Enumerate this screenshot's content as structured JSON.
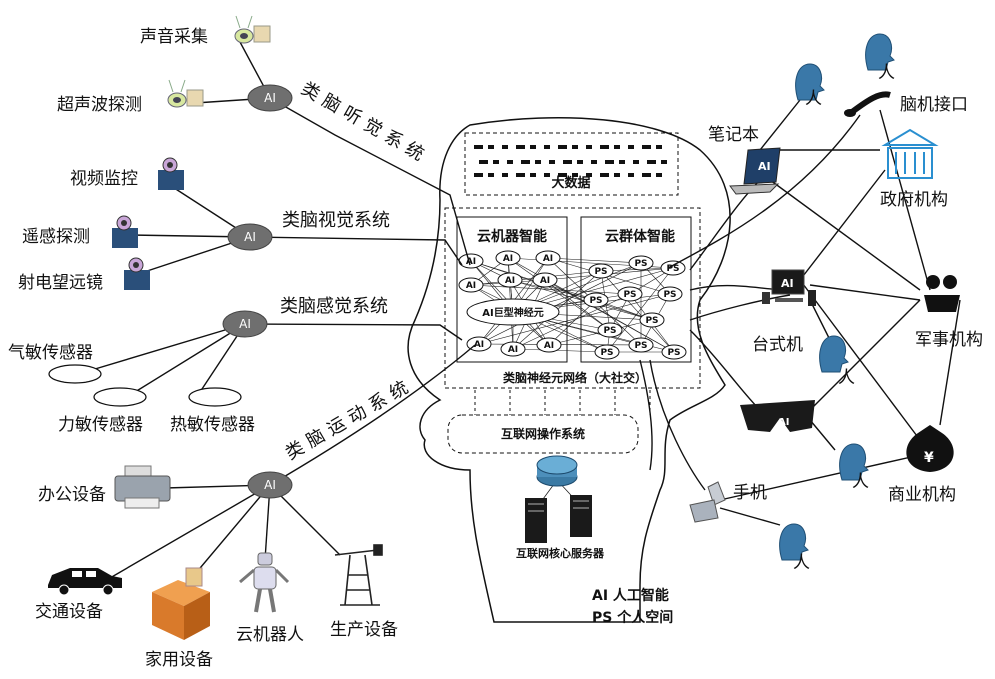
{
  "left_inputs": {
    "sound_capture": "声音采集",
    "ultrasonic": "超声波探测",
    "video_monitor": "视频监控",
    "remote_sensing": "遥感探测",
    "radio_telescope": "射电望远镜",
    "gas_sensor": "气敏传感器",
    "force_sensor": "力敏传感器",
    "heat_sensor": "热敏传感器",
    "office_equipment": "办公设备",
    "traffic_equipment": "交通设备",
    "home_appliance": "家用设备",
    "cloud_robot": "云机器人",
    "production_equipment": "生产设备"
  },
  "systems": {
    "hearing": "类脑听觉系统",
    "vision": "类脑视觉系统",
    "sensory": "类脑感觉系统",
    "motion": "类脑运动系统"
  },
  "hub_label": "AI",
  "brain": {
    "big_data": "大数据",
    "cloud_machine_intelligence": "云机器智能",
    "cloud_swarm_intelligence": "云群体智能",
    "giant_neuron": "AI巨型神经元",
    "network_caption": "类脑神经元网络（大社交）",
    "internet_os": "互联网操作系统",
    "core_servers": "互联网核心服务器",
    "ai_node": "AI",
    "ps_node": "PS"
  },
  "right_nodes": {
    "laptop": "笔记本",
    "desktop": "台式机",
    "phone": "手机",
    "bci": "脑机接口",
    "government": "政府机构",
    "military": "军事机构",
    "business": "商业机构",
    "person": "人",
    "device_ai": "AI"
  },
  "legend": {
    "ai": "AI 人工智能",
    "ps": "PS 个人空间"
  }
}
